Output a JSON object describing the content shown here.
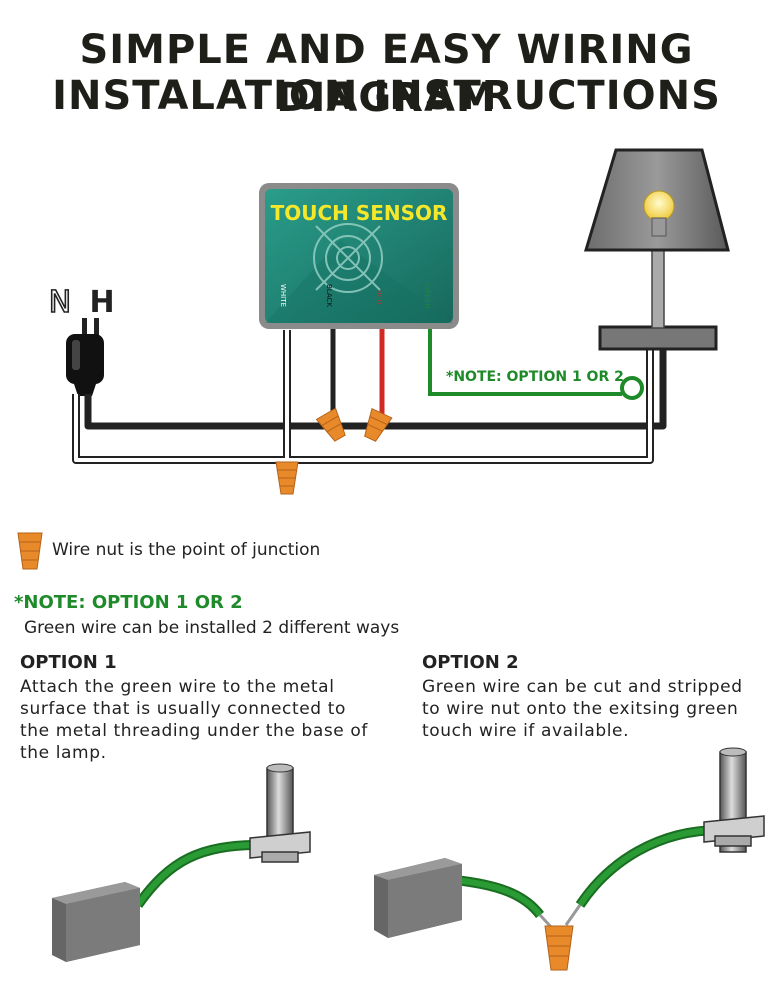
{
  "title": {
    "line1": "SIMPLE AND EASY WIRING DIAGRAM",
    "line2": "INSTALATION INSTRUCTIONS"
  },
  "plug": {
    "neutral_label": "N",
    "hot_label": "H"
  },
  "sensor": {
    "label": "TOUCH SENSOR",
    "wires": [
      "WHITE",
      "BLACK",
      "RED",
      "GREEN"
    ]
  },
  "diagram_note": "*NOTE: OPTION 1 OR 2",
  "legend": {
    "text": "Wire nut is the point of junction"
  },
  "note": {
    "title": "*NOTE: OPTION 1 OR 2",
    "text": "Green wire can be installed 2 different ways"
  },
  "option1": {
    "heading": "OPTION 1",
    "body": "Attach the green wire to the metal surface that is usually connected to the metal threading under the base of the lamp."
  },
  "option2": {
    "heading": "OPTION 2",
    "body": "Green wire can be cut and stripped to wire nut onto the exitsing green touch wire if available."
  },
  "colors": {
    "sensor_body": "#1f8a78",
    "sensor_label": "#f5e82a",
    "wire_green": "#1e8a2a",
    "wire_red": "#d02a22",
    "wire_nut": "#e88a2a",
    "bulb": "#f3d95a"
  }
}
